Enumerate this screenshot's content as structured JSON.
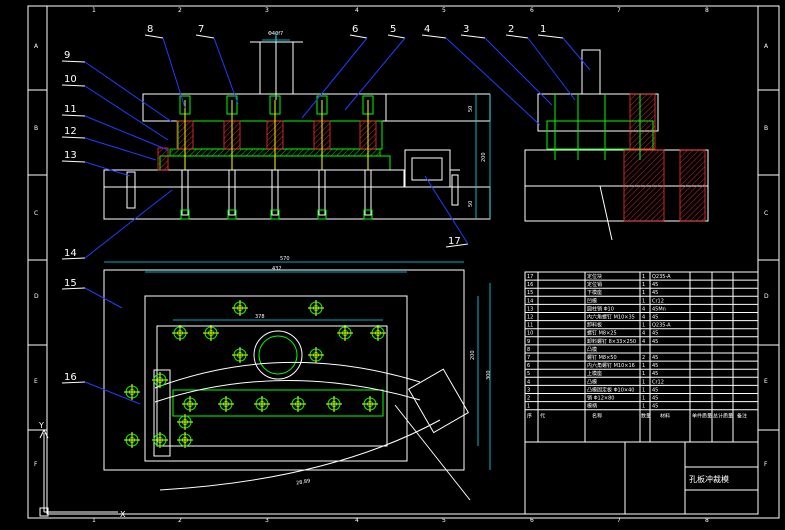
{
  "frame": {
    "zone_letters": [
      "A",
      "B",
      "C",
      "D",
      "E",
      "F"
    ],
    "zone_numbers": [
      "1",
      "2",
      "3",
      "4",
      "5",
      "6",
      "7",
      "8"
    ]
  },
  "balloons": [
    "1",
    "2",
    "3",
    "4",
    "5",
    "6",
    "7",
    "8",
    "9",
    "10",
    "11",
    "12",
    "13",
    "14",
    "15",
    "16",
    "17"
  ],
  "dimensions": {
    "shank_dia": "Φ40f7",
    "height_50_top": "50",
    "height_200": "200",
    "height_50_bottom": "50",
    "width_570": "570",
    "width_432": "432",
    "width_378": "378",
    "height_300": "300",
    "height_200_plan": "200",
    "arc_radius": "28.89"
  },
  "bom": {
    "rows": [
      {
        "no": "17",
        "name": "定位块",
        "qty": "1",
        "mat": "Q235-A"
      },
      {
        "no": "16",
        "name": "定位销",
        "qty": "1",
        "mat": "45"
      },
      {
        "no": "15",
        "name": "下模座",
        "qty": "1",
        "mat": "45"
      },
      {
        "no": "14",
        "name": "凹模",
        "qty": "1",
        "mat": "Cr12"
      },
      {
        "no": "13",
        "name": "圆柱销 Φ10",
        "qty": "4",
        "mat": "45Mn"
      },
      {
        "no": "12",
        "name": "内六角螺钉 M10×35",
        "qty": "4",
        "mat": "45"
      },
      {
        "no": "11",
        "name": "卸料板",
        "qty": "1",
        "mat": "Q235-A"
      },
      {
        "no": "10",
        "name": "螺钉 M8×25",
        "qty": "4",
        "mat": "45"
      },
      {
        "no": "9",
        "name": "卸料螺钉 8×33×250",
        "qty": "4",
        "mat": "45"
      },
      {
        "no": "8",
        "name": "凸模",
        "qty": "",
        "mat": ""
      },
      {
        "no": "7",
        "name": "螺钉 M8×50",
        "qty": "2",
        "mat": "45"
      },
      {
        "no": "6",
        "name": "内六角螺钉 M10×16",
        "qty": "1",
        "mat": "45"
      },
      {
        "no": "5",
        "name": "上模座",
        "qty": "1",
        "mat": "45"
      },
      {
        "no": "4",
        "name": "凸模",
        "qty": "1",
        "mat": "Cr12"
      },
      {
        "no": "3",
        "name": "凸模固定板 Φ10×40",
        "qty": "1",
        "mat": "45"
      },
      {
        "no": "2",
        "name": "销 Φ12×80",
        "qty": "1",
        "mat": "45"
      },
      {
        "no": "1",
        "name": "模柄",
        "qty": "1",
        "mat": "45"
      }
    ],
    "header": {
      "no": "序",
      "code": "代",
      "name": "名称",
      "qty": "数量",
      "mat": "材料",
      "unit": "单件质量",
      "total": "总计质量",
      "remark": "备注"
    },
    "drawing_title": "孔板冲裁模"
  },
  "ucs": {
    "x": "X",
    "y": "Y"
  }
}
